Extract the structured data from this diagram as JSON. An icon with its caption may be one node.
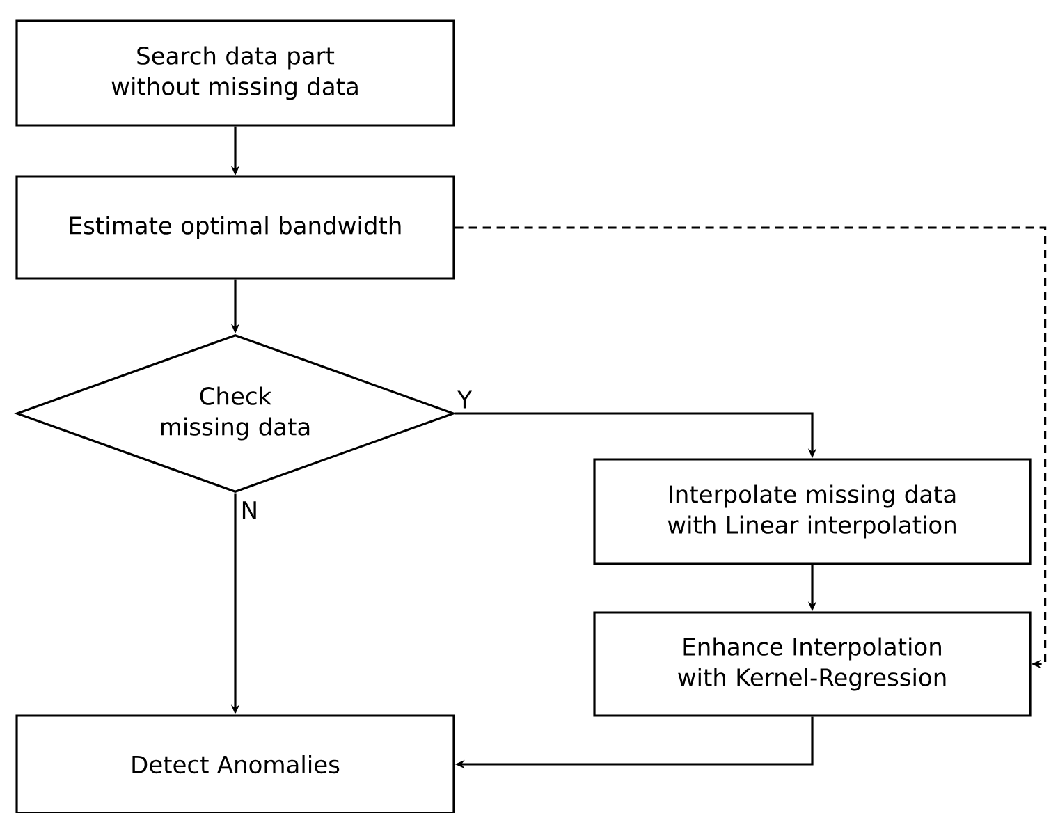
{
  "diagram": {
    "nodes": [
      {
        "text": [
          "Search data part without missing data"
        ]
      },
      {
        "text": [
          "Estimate optimal bandwidth"
        ]
      },
      {
        "text": [
          "Check missing data"
        ]
      },
      {
        "text": [
          "Interpolate missing data with Linear interpolation"
        ]
      },
      {
        "text": [
          "Enhance Interpolation with Kernel-Regression"
        ]
      },
      {
        "text": [
          "Detect Anomalies"
        ]
      }
    ],
    "edges": [
      {
        "from": 0,
        "to": 1,
        "arrow": "to"
      },
      {
        "from": 1,
        "to": 2,
        "arrow": "to"
      },
      {
        "from": 2,
        "to": 3,
        "arrow": "to",
        "label": "Y"
      },
      {
        "from": 2,
        "to": 5,
        "arrow": "to",
        "label": "N"
      },
      {
        "from": 3,
        "to": 4,
        "arrow": "to"
      },
      {
        "from": 4,
        "to": 5,
        "arrow": "to"
      },
      {
        "from": 1,
        "to": 4,
        "arrow": "to",
        "style": "dashed"
      }
    ]
  }
}
